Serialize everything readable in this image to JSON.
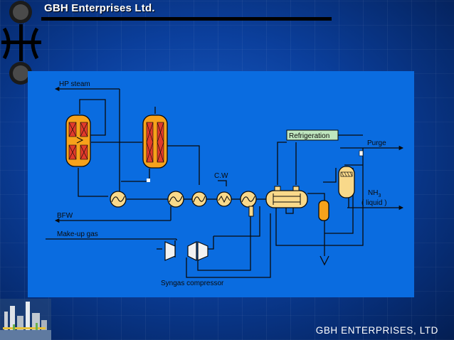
{
  "header": {
    "company": "GBH Enterprises Ltd."
  },
  "footer": {
    "company": "GBH ENTERPRISES, LTD"
  },
  "diagram": {
    "labels": {
      "hp_steam": "HP steam",
      "bfw": "BFW",
      "makeup_gas": "Make-up gas",
      "cw": "C.W",
      "refrigeration": "Refrigeration",
      "purge": "Purge",
      "nh3": "NH",
      "nh3_sub": "3",
      "liquid": "( liquid )",
      "syngas_compressor": "Syngas compressor"
    }
  },
  "colors": {
    "vessel_fill": "#f7a21b",
    "vessel_core": "#e23a2a",
    "line": "#0a0a0a",
    "panel": "#0a6ce0",
    "exchanger_fill": "#f9d98a"
  },
  "icons": {
    "logo": "gbh-logo-icon",
    "footer": "refinery-plant-icon"
  }
}
